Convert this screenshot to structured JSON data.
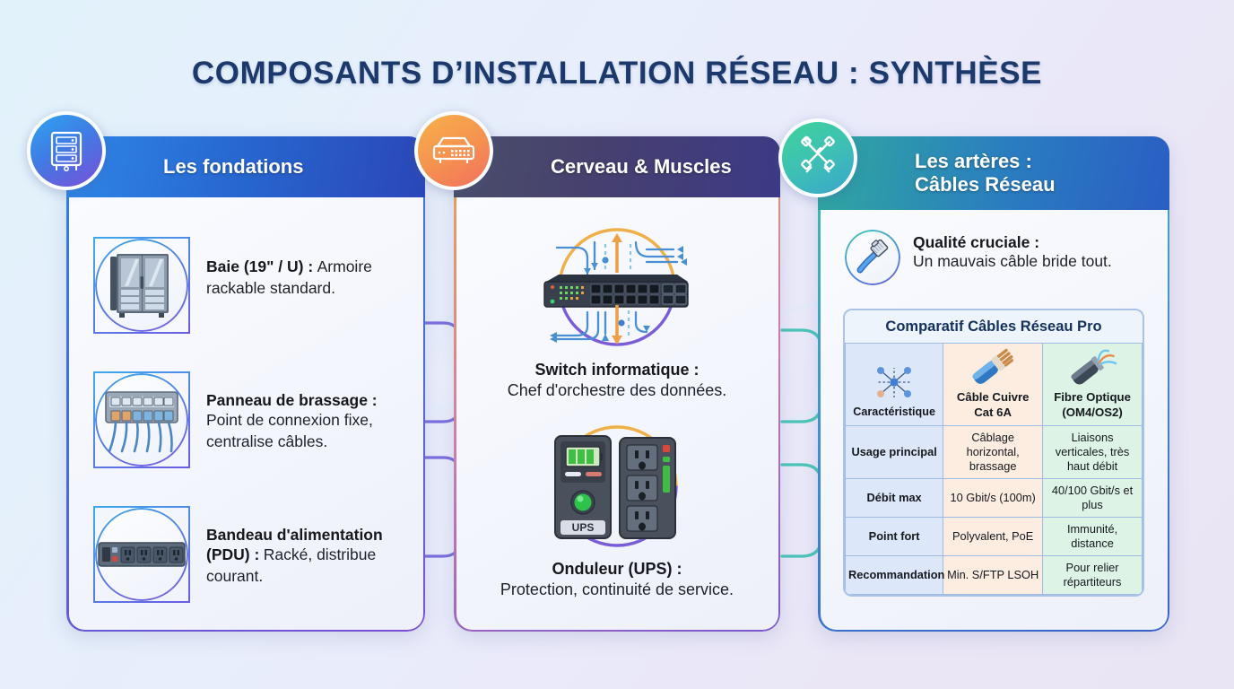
{
  "page": {
    "title": "COMPOSANTS D’INSTALLATION RÉSEAU : SYNTHÈSE",
    "background_top": "#e2f2fb",
    "background_bottom": "#e9e5f4",
    "title_color": "#1b3a6b"
  },
  "cards": [
    {
      "id": "fondations",
      "header_title": "Les fondations",
      "badge_icon": "server-rack-icon",
      "accent": "#2767cf",
      "items": [
        {
          "icon": "server-cabinet-icon",
          "strong": "Baie (19\" / U) :",
          "body": "Armoire rackable standard."
        },
        {
          "icon": "patch-panel-icon",
          "strong": "Panneau de brassage :",
          "body": "Point de connexion fixe, centralise câbles."
        },
        {
          "icon": "power-strip-icon",
          "strong": "Bandeau d'alimentation (PDU) :",
          "body": "Racké, distribue courant."
        }
      ]
    },
    {
      "id": "cerveau-muscles",
      "header_title": "Cerveau & Muscles",
      "badge_icon": "network-switch-icon",
      "accent": "#46406f",
      "items": [
        {
          "icon": "network-switch-illustration",
          "strong": "Switch informatique :",
          "body": "Chef d'orchestre des données."
        },
        {
          "icon": "ups-illustration",
          "strong": "Onduleur (UPS) :",
          "body": "Protection, continuité de service."
        }
      ]
    },
    {
      "id": "arteres-cables",
      "header_title": "Les artères :\nCâbles Réseau",
      "badge_icon": "crossed-cables-icon",
      "accent": "#2a7cc0",
      "note": {
        "icon": "rj45-plug-icon",
        "strong": "Qualité cruciale :",
        "body": "Un mauvais câble bride tout."
      }
    }
  ],
  "comparison": {
    "title": "Comparatif Câbles Réseau Pro",
    "columns": [
      {
        "label": "Caractéristique",
        "icon": "network-nodes-icon",
        "color": "#dce8f9"
      },
      {
        "label": "Câble Cuivre\nCat 6A",
        "icon": "copper-cable-icon",
        "color": "#fdece0"
      },
      {
        "label": "Fibre Optique\n(OM4/OS2)",
        "icon": "fiber-optic-cable-icon",
        "color": "#ddf3e6"
      }
    ],
    "rows": [
      {
        "feature": "Usage principal",
        "copper": "Câblage horizontal, brassage",
        "fiber": "Liaisons verticales, très haut débit"
      },
      {
        "feature": "Débit max",
        "copper": "10 Gbit/s (100m)",
        "fiber": "40/100 Gbit/s et plus"
      },
      {
        "feature": "Point fort",
        "copper": "Polyvalent, PoE",
        "fiber": "Immunité, distance"
      },
      {
        "feature": "Recommandation",
        "copper": "Min. S/FTP LSOH",
        "fiber": "Pour relier répartiteurs"
      }
    ]
  }
}
